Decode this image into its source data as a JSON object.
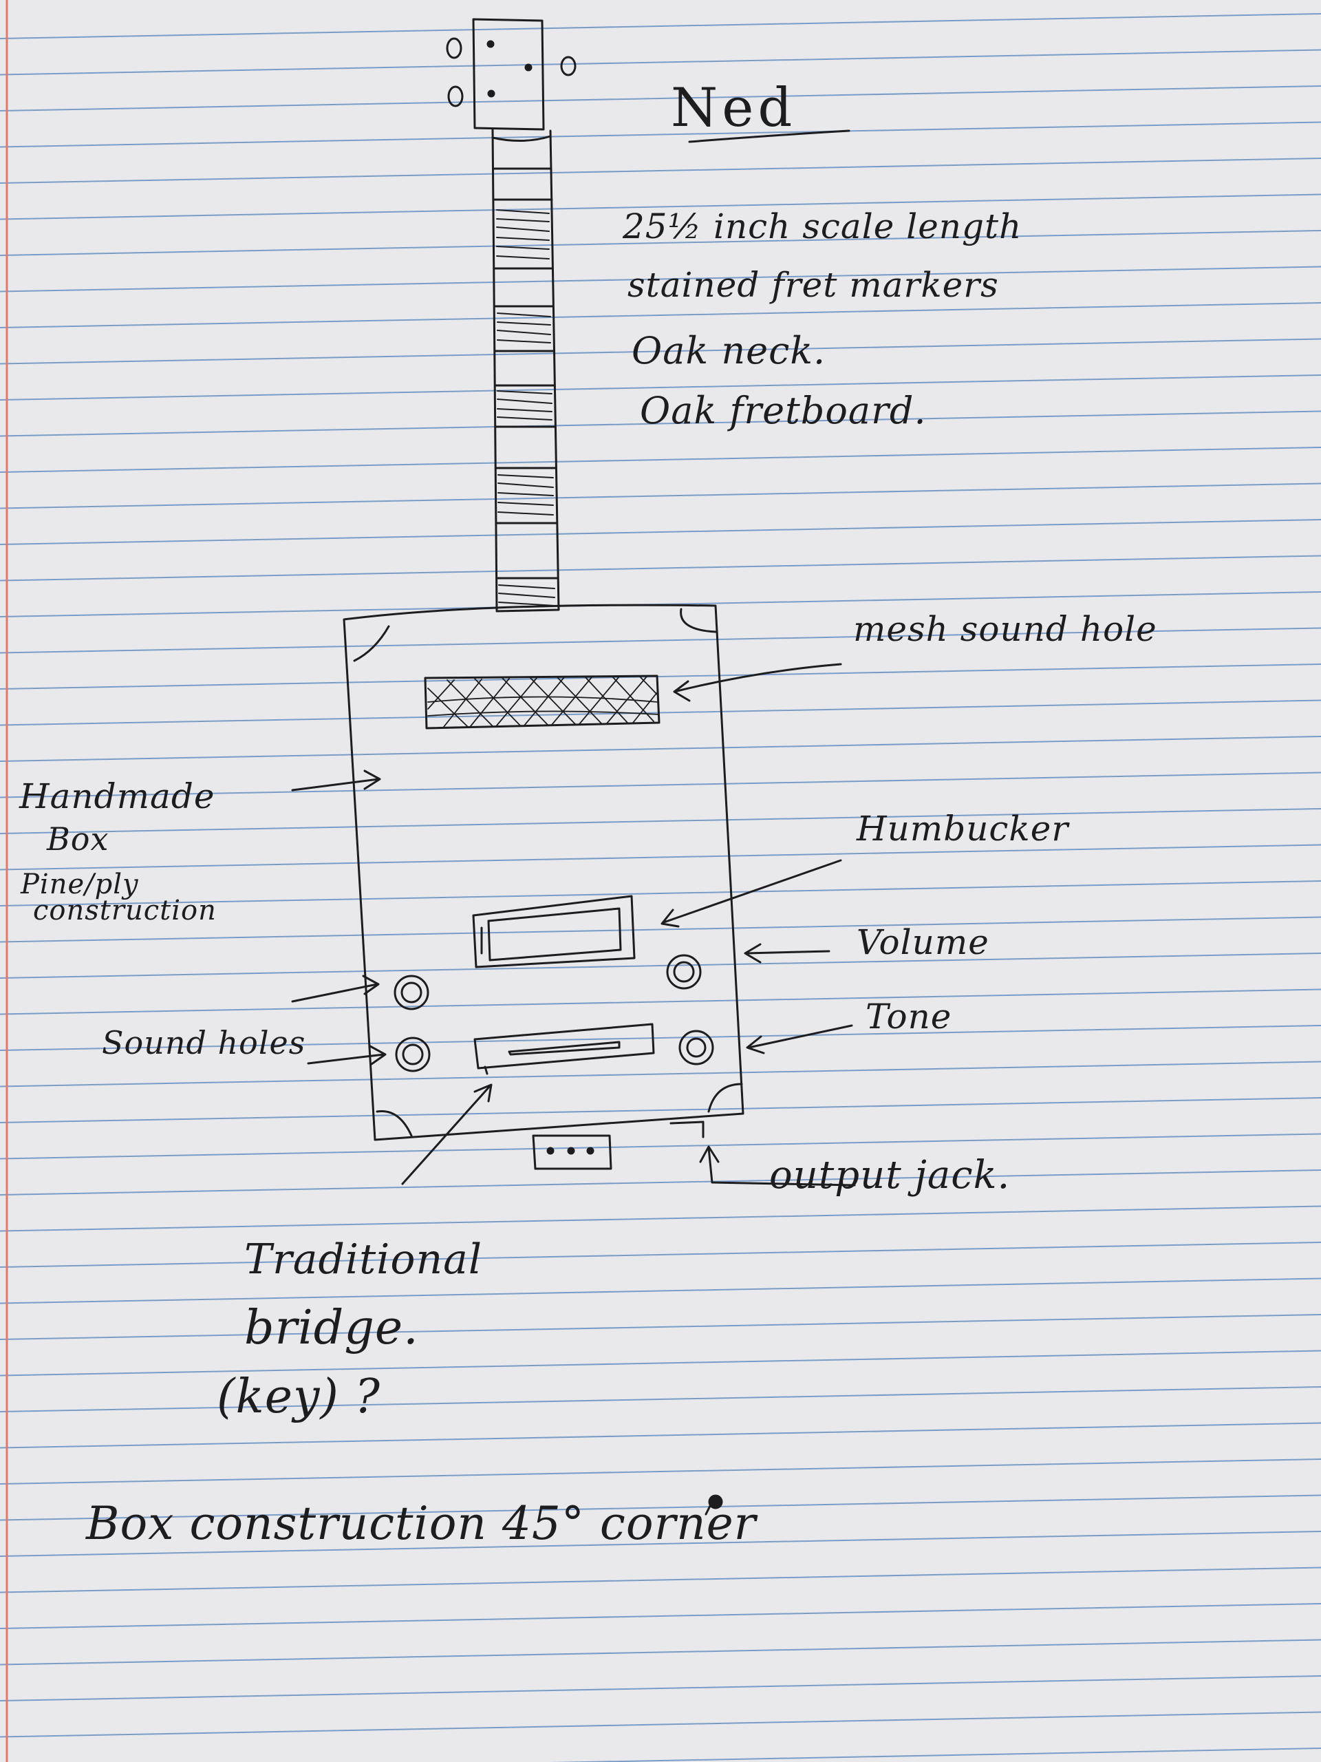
{
  "diagram": {
    "title": "Ned",
    "specs": [
      "25½ inch scale length",
      "stained fret markers",
      "Oak neck.",
      "Oak fretboard."
    ],
    "labels": {
      "mesh_sound_hole": "mesh sound hole",
      "handmade_box": "Handmade",
      "handmade_box_2": "Box",
      "construction_1": "Pine/ply",
      "construction_2": "construction",
      "humbucker": "Humbucker",
      "volume": "Volume",
      "tone": "Tone",
      "sound_holes": "Sound holes",
      "output_jack": "output jack.",
      "bridge_1": "Traditional",
      "bridge_2": "bridge.",
      "bridge_3": "(key) ?",
      "footer": "Box construction 45° corner"
    }
  },
  "colors": {
    "paper": "#e9e9ec",
    "rule_line": "#7a9cc8",
    "margin_line": "#e07a6e",
    "ink": "#1d1d1f"
  }
}
